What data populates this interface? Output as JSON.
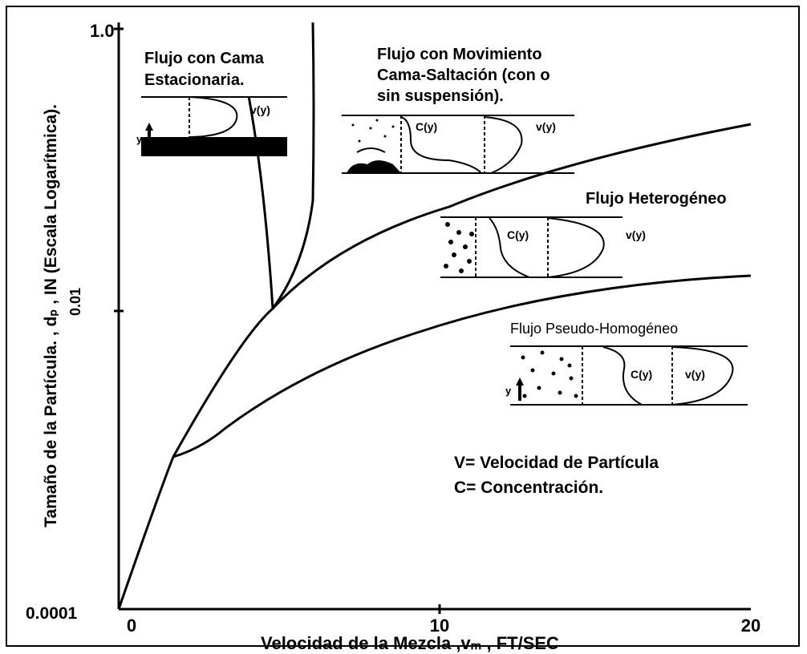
{
  "axes": {
    "y_label": "Tamaño de la Partícula. , dₚ , IN (Escala Logarítmica).",
    "x_label": "Velocidad de la Mezcla ,vₘ , FT/SEC",
    "y_ticks": [
      "1.0",
      "0.01",
      "0.0001"
    ],
    "x_ticks": [
      "0",
      "10",
      "20"
    ]
  },
  "regions": {
    "stationary": {
      "line1": "Flujo con Cama",
      "line2": "Estacionaria."
    },
    "saltation": {
      "line1": "Flujo con Movimiento",
      "line2": "Cama-Saltación (con o",
      "line3": "sin suspensión)."
    },
    "heterogeneous": {
      "title": "Flujo Heterogéneo"
    },
    "pseudo": {
      "title": "Flujo Pseudo-Homogéneo"
    }
  },
  "profile_labels": {
    "v": "v(y)",
    "c": "C(y)",
    "y": "y"
  },
  "legend": {
    "v_def": "V= Velocidad de Partícula",
    "c_def": "C= Concentración."
  }
}
